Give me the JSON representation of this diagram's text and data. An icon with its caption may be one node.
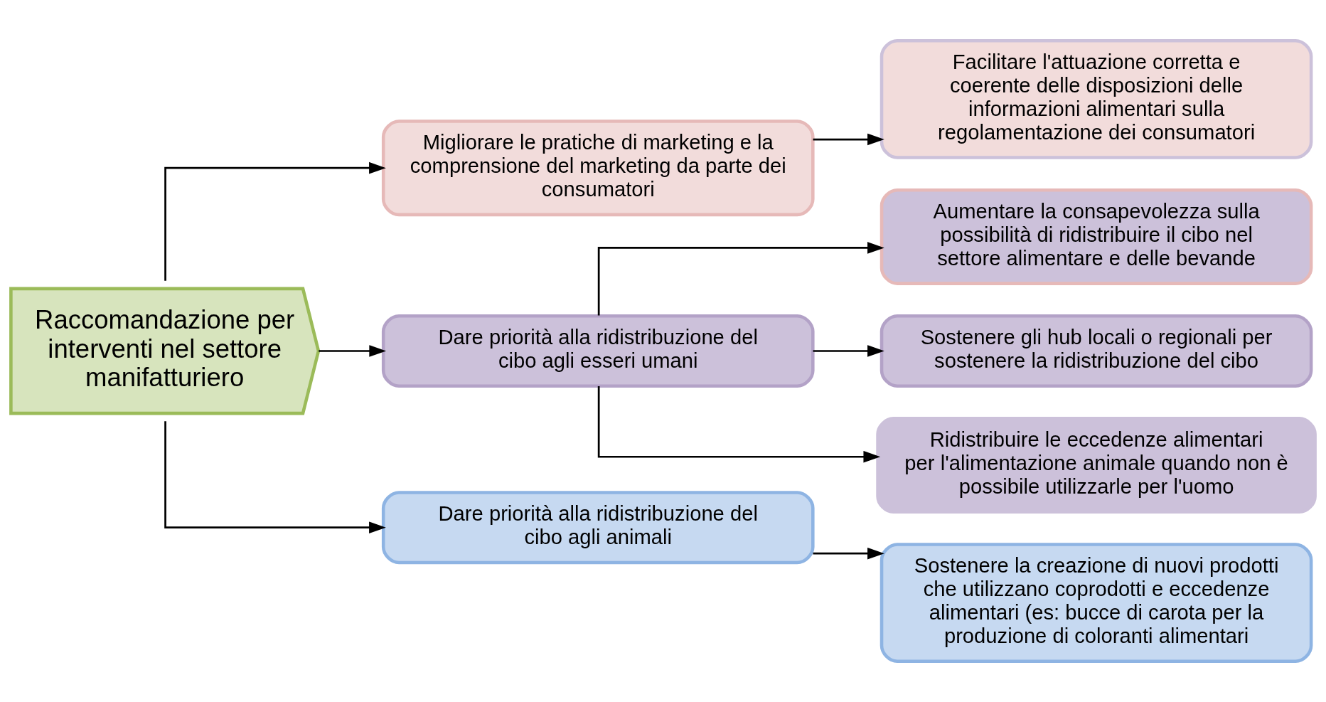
{
  "diagram": {
    "nodes": [
      {
        "text": [
          "Raccomandazione per interventi nel settore manifatturiero"
        ]
      },
      {
        "text": [
          "Migliorare le pratiche di marketing e la comprensione del marketing da parte dei consumatori"
        ]
      },
      {
        "text": [
          "Facilitare l'attuazione corretta e coerente delle disposizioni delle informazioni alimentari sulla regolamentazione dei consumatori"
        ]
      },
      {
        "text": [
          "Dare priorità alla ridistribuzione del cibo agli esseri umani"
        ]
      },
      {
        "text": [
          "Aumentare la consapevolezza sulla possibilità di ridistribuire il cibo nel settore alimentare e delle bevande"
        ]
      },
      {
        "text": [
          "Sostenere gli hub locali o regionali per sostenere la ridistribuzione del cibo"
        ]
      },
      {
        "text": [
          "Ridistribuire le eccedenze alimentari per l'alimentazione animale quando non è possibile utilizzarle per l'uomo"
        ]
      },
      {
        "text": [
          "Dare priorità alla ridistribuzione del cibo agli animali"
        ]
      },
      {
        "text": [
          "Sostenere la creazione di nuovi prodotti che utilizzano coprodotti e eccedenze alimentari (es: bucce di carota per la produzione di coloranti alimentari"
        ]
      }
    ],
    "edges": [
      {
        "from": 0,
        "to": 1,
        "arrow": "to"
      },
      {
        "from": 0,
        "to": 3,
        "arrow": "to"
      },
      {
        "from": 0,
        "to": 7,
        "arrow": "to"
      },
      {
        "from": 1,
        "to": 2,
        "arrow": "to"
      },
      {
        "from": 3,
        "to": 4,
        "arrow": "to"
      },
      {
        "from": 3,
        "to": 5,
        "arrow": "to"
      },
      {
        "from": 3,
        "to": 6,
        "arrow": "to"
      },
      {
        "from": 7,
        "to": 8,
        "arrow": "to"
      }
    ]
  }
}
